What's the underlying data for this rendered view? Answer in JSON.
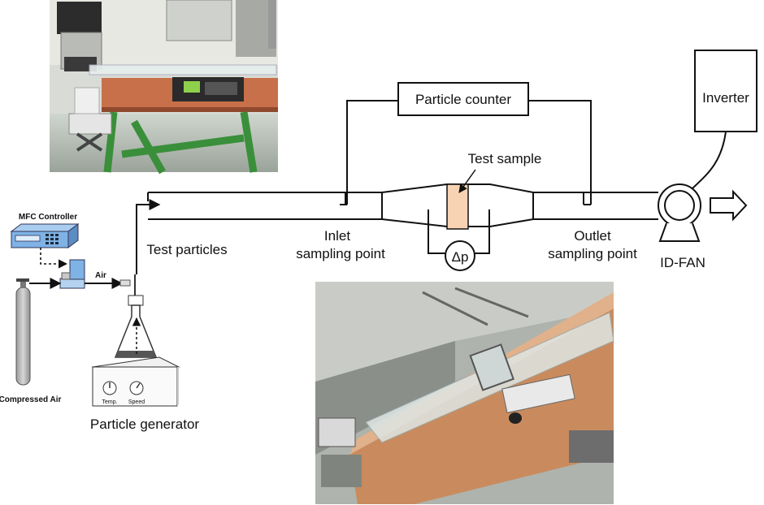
{
  "labels": {
    "particle_counter": "Particle counter",
    "inverter": "Inverter",
    "test_sample": "Test sample",
    "test_particles": "Test particles",
    "inlet_line1": "Inlet",
    "inlet_line2": "sampling point",
    "outlet_line1": "Outlet",
    "outlet_line2": "sampling point",
    "id_fan": "ID-FAN",
    "delta_p": "Δp",
    "mfc_controller": "MFC Controller",
    "air": "Air",
    "compressed_air": "Compressed Air",
    "particle_generator": "Particle generator",
    "knob_temp": "Temp.",
    "knob_speed": "Speed"
  },
  "photos": {
    "top": "lab-photo-particle-generator-setup",
    "bottom": "lab-photo-test-duct-setup"
  },
  "colors": {
    "line": "#111111",
    "test_sample_fill": "#f7d3b4",
    "mfc_body": "#7fb2e5",
    "cylinder": "#bdbdbd",
    "photo_green": "#3a8f3a",
    "photo_wood": "#c8704a"
  }
}
